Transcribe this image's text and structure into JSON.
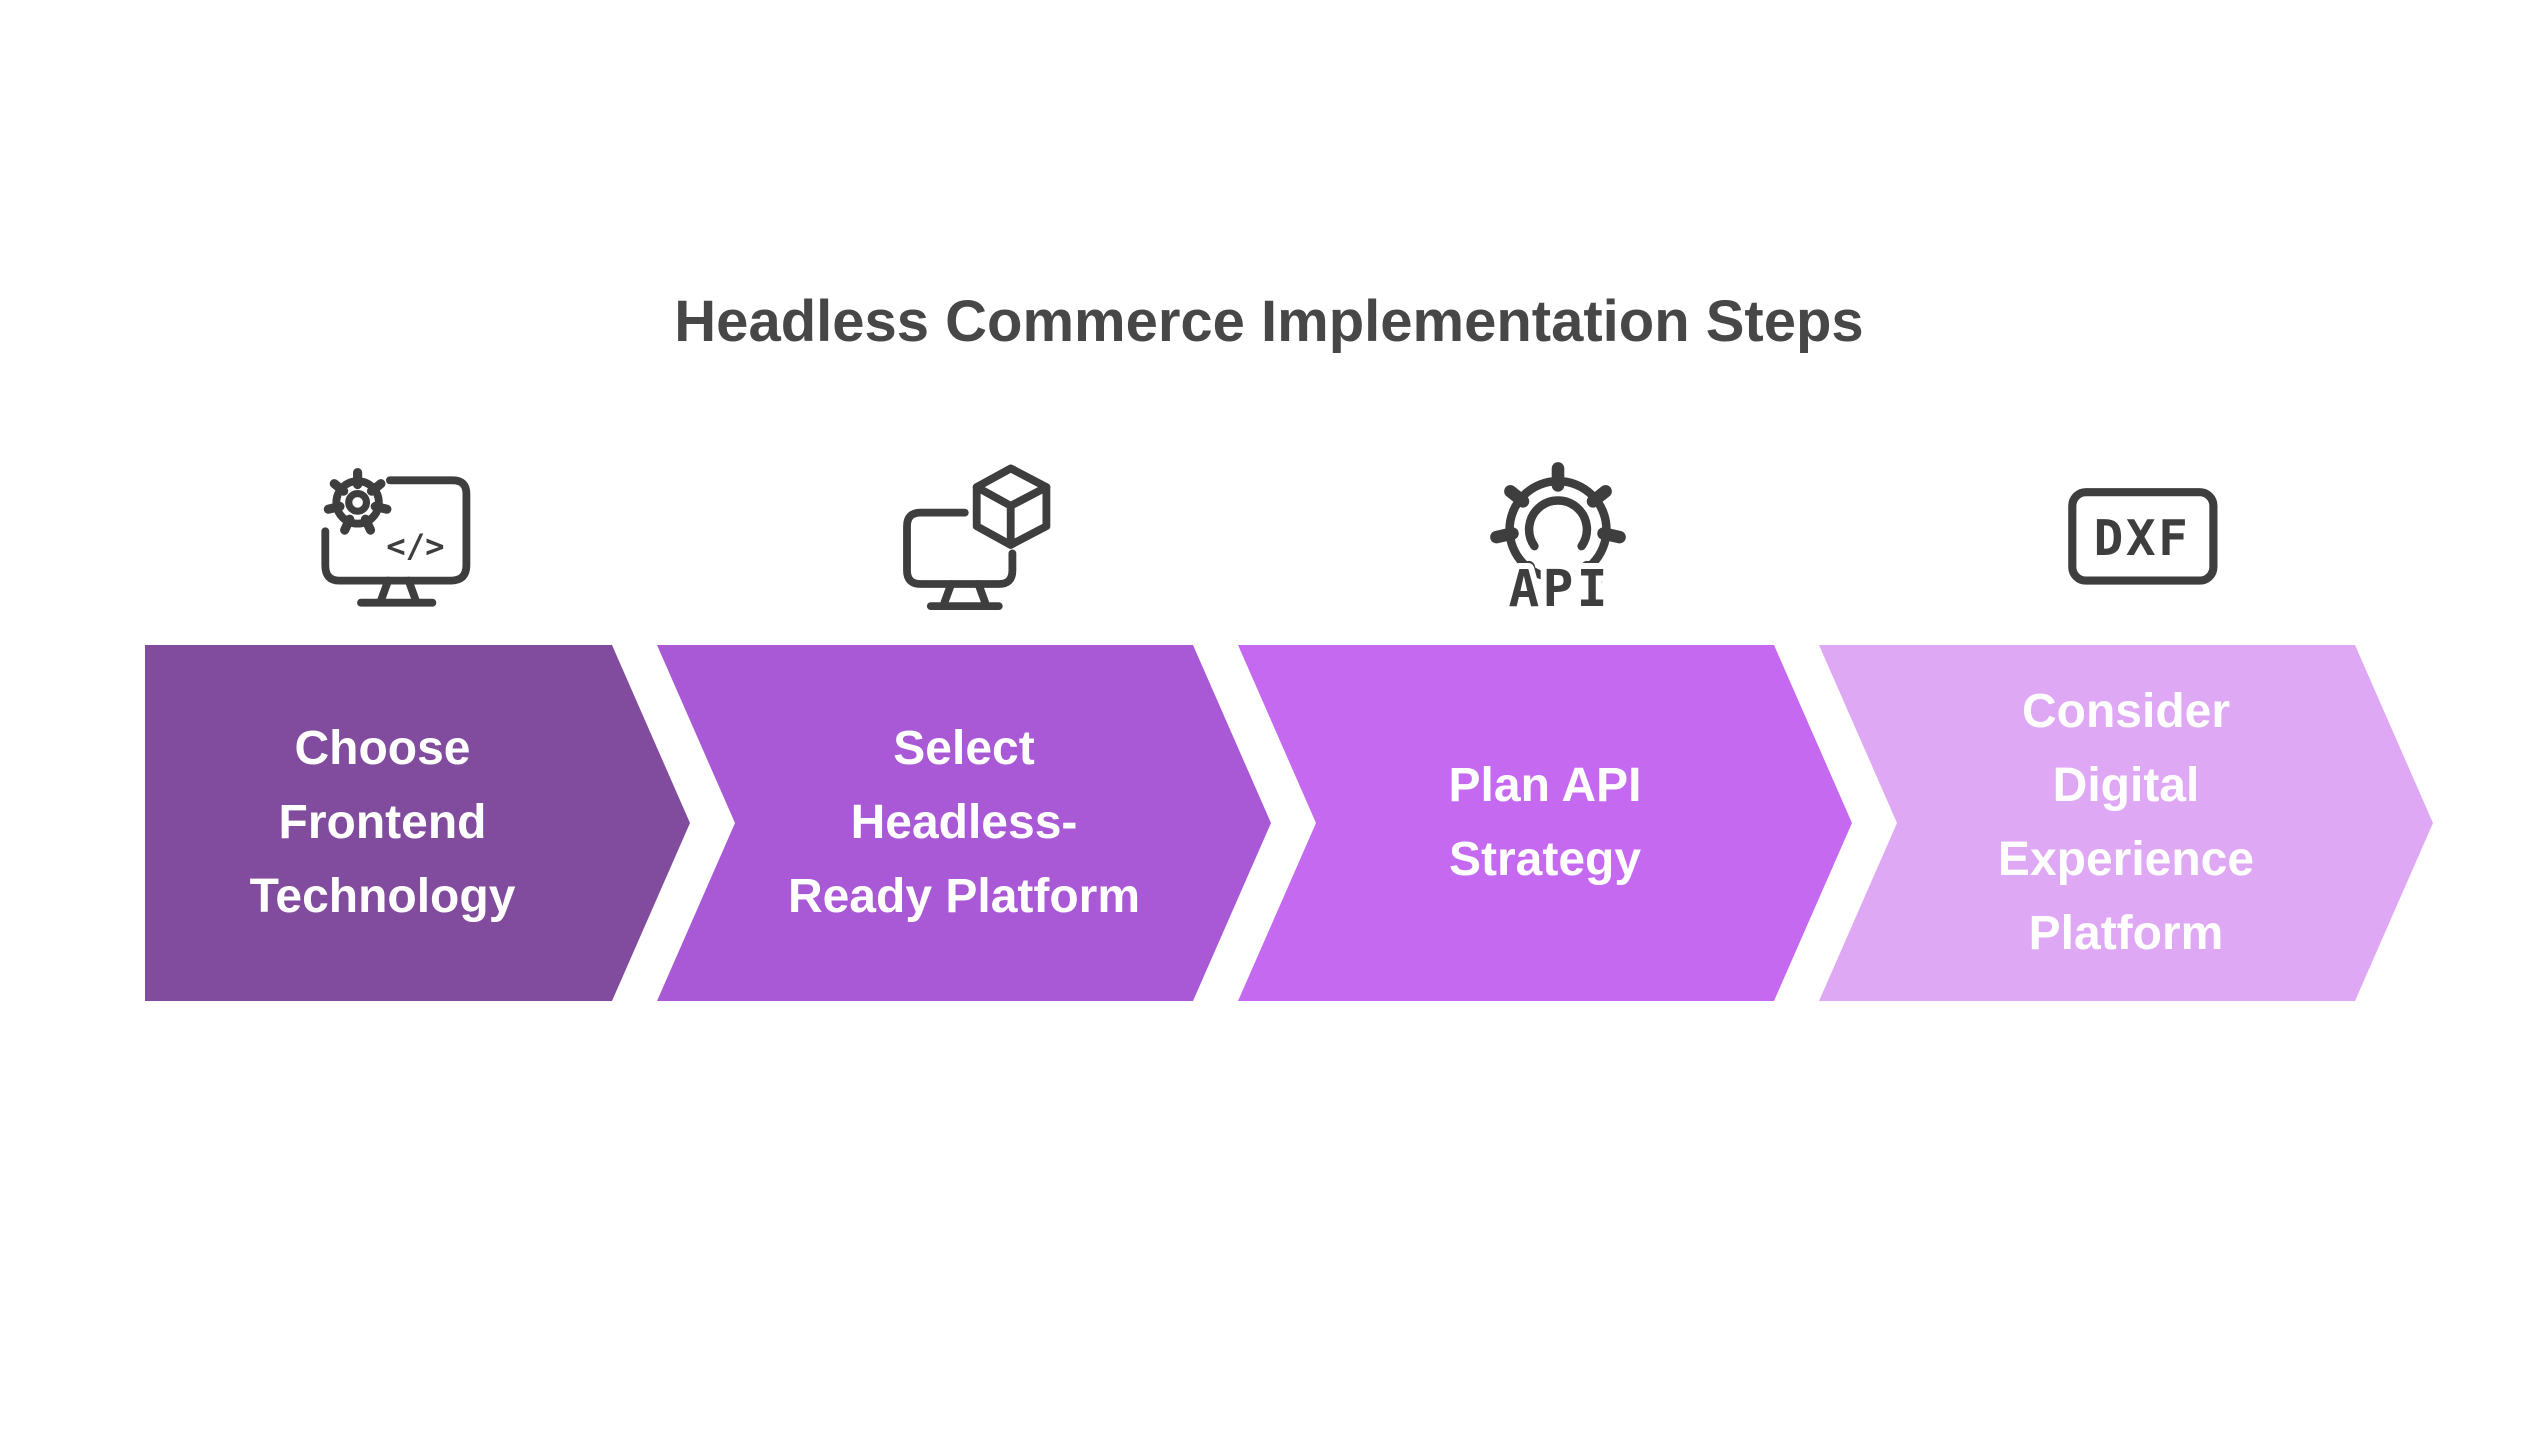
{
  "title": "Headless Commerce Implementation Steps",
  "steps": [
    {
      "label": "Choose Frontend Technology",
      "lines": [
        "Choose",
        "Frontend",
        "Technology"
      ],
      "color": "#824c9e",
      "icon": "monitor-gear-code-icon"
    },
    {
      "label": "Select Headless-Ready Platform",
      "lines": [
        "Select",
        "Headless-",
        "Ready Platform"
      ],
      "color": "#a958d6",
      "icon": "monitor-cube-icon"
    },
    {
      "label": "Plan API Strategy",
      "lines": [
        "Plan API",
        "Strategy"
      ],
      "color": "#c56af0",
      "icon": "gear-api-icon",
      "icon_text": "API"
    },
    {
      "label": "Consider Digital Experience Platform",
      "lines": [
        "Consider",
        "Digital",
        "Experience",
        "Platform"
      ],
      "color": "#dfa8f4",
      "icon": "dxf-document-icon",
      "icon_text": "DXF"
    }
  ],
  "icons": {
    "code_glyph": "</>"
  },
  "colors": {
    "background": "#ffffff",
    "title_text": "#474747",
    "icon_stroke": "#3e3e3e",
    "step_text": "#ffffff"
  }
}
